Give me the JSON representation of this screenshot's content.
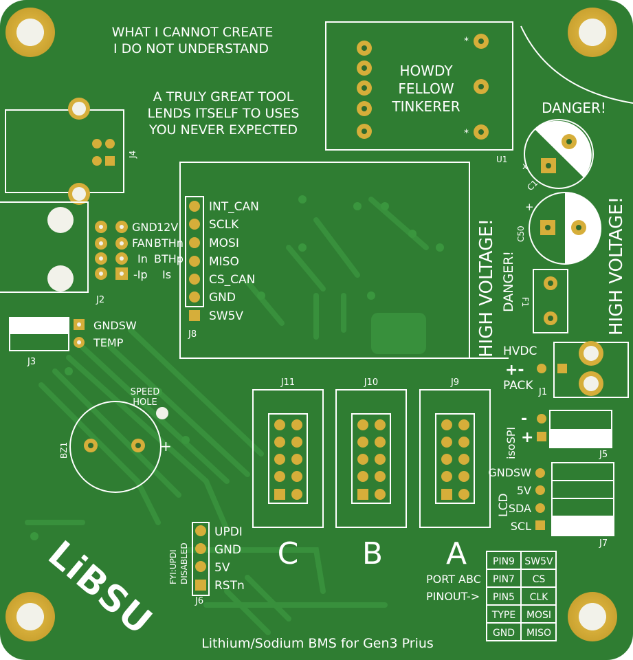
{
  "colors": {
    "board": "#2e7d32",
    "board_light": "#3c8f3c",
    "trace": "#35893a",
    "copper": "#d4a93c",
    "copper_ring": "#c9a032",
    "hole": "#1b3a1b",
    "silk": "#ffffff"
  },
  "quotes": {
    "line1": "WHAT I CANNOT CREATE",
    "line2": "I DO NOT UNDERSTAND",
    "tool1": "A TRULY GREAT TOOL",
    "tool2": "LENDS ITSELF TO USES",
    "tool3": "YOU NEVER EXPECTED"
  },
  "howdy": {
    "l1": "HOWDY",
    "l2": "FELLOW",
    "l3": "TINKERER",
    "star1": "*",
    "star2": "*"
  },
  "u1": "U1",
  "danger": {
    "top": "DANGER!",
    "mid": "DANGER!",
    "hv_left": "HIGH VOLTAGE!",
    "hv_right": "HIGH VOLTAGE!"
  },
  "caps": {
    "c1": "C1",
    "c50": "C50",
    "x": "x",
    "plus": "+"
  },
  "f1": "F1",
  "j4": "J4",
  "j2": {
    "label": "J2",
    "r1": [
      "GND",
      "12V"
    ],
    "r2": [
      "FAN",
      "BTHn"
    ],
    "r3": [
      "In",
      "BTHp"
    ],
    "r4": [
      "-Ip",
      "Is"
    ]
  },
  "j8": {
    "label": "J8",
    "pins": [
      "INT_CAN",
      "SCLK",
      "MOSI",
      "MISO",
      "CS_CAN",
      "GND",
      "SW5V"
    ]
  },
  "j3": {
    "label": "J3",
    "pins": [
      "GNDSW",
      "TEMP"
    ]
  },
  "j1": {
    "label": "J1",
    "hvdc": "HVDC",
    "plusminus": "+-",
    "pack": "PACK"
  },
  "buzzer": {
    "label": "BZ1",
    "plus": "+",
    "speed": "SPEED",
    "hole": "HOLE"
  },
  "ports": {
    "j11": "J11",
    "j10": "J10",
    "j9": "J9",
    "c": "C",
    "b": "B",
    "a": "A"
  },
  "j5": {
    "label": "J5",
    "minus": "-",
    "plus": "+",
    "name": "isoSPI"
  },
  "j7": {
    "label": "J7",
    "name": "LCD",
    "pins": [
      "GNDSW",
      "5V",
      "SDA",
      "SCL"
    ]
  },
  "j6": {
    "label": "J6",
    "pins": [
      "UPDI",
      "GND",
      "5V",
      "RSTn"
    ],
    "note1": "FYI:UPDI",
    "note2": "DISABLED"
  },
  "pinout": {
    "title1": "PORT ABC",
    "title2": "PINOUT->",
    "rows": [
      [
        "PIN9",
        "SW5V"
      ],
      [
        "PIN7",
        "CS"
      ],
      [
        "PIN5",
        "CLK"
      ],
      [
        "TYPE",
        "MOSI"
      ],
      [
        "GND",
        "MISO"
      ]
    ]
  },
  "logo": "LiBSU",
  "footer": "Lithium/Sodium BMS for Gen3 Prius"
}
